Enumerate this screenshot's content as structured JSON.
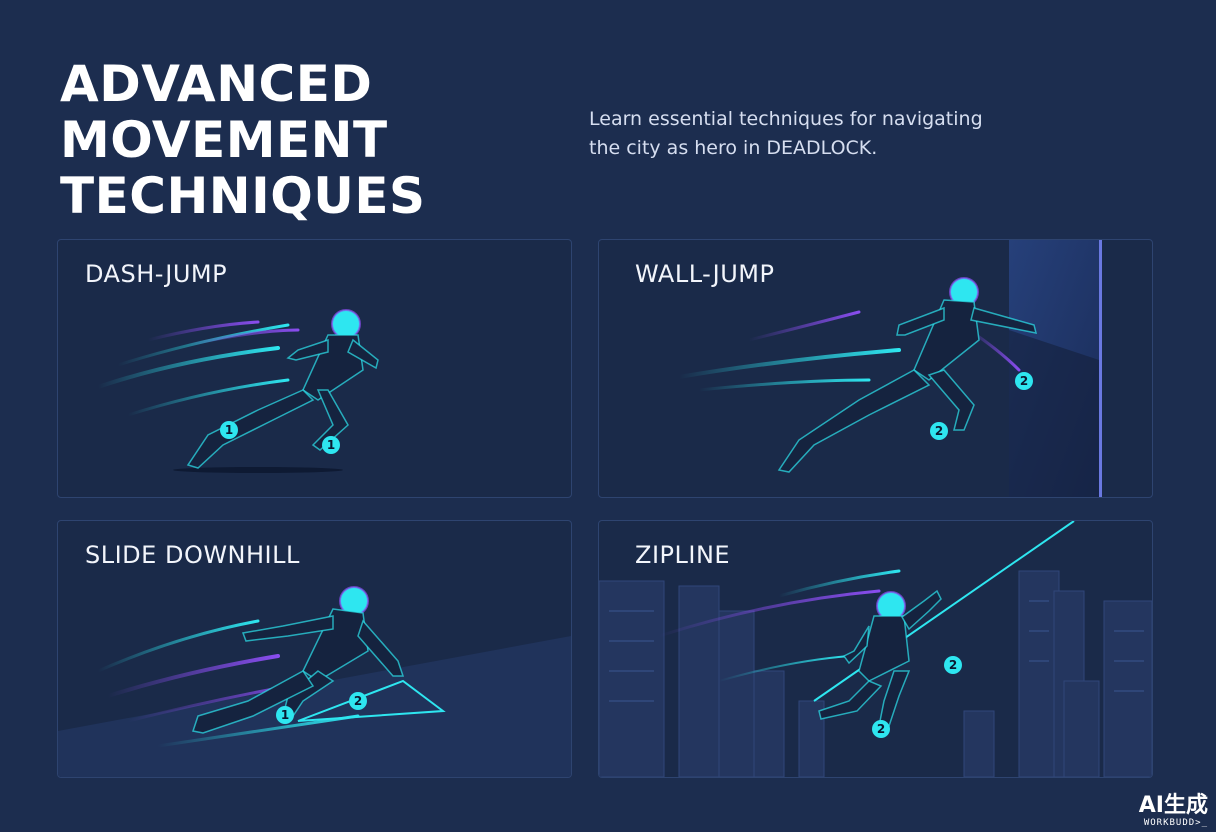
{
  "header": {
    "title_lines": [
      "ADVANCED",
      "MOVEMENT",
      "TECHNIQUES"
    ],
    "subtitle": "Learn essential techniques for navigating the city as hero in DEADLOCK."
  },
  "cards": [
    {
      "title": "DASH-JUMP",
      "markers": [
        "1",
        "1"
      ]
    },
    {
      "title": "WALL-JUMP",
      "markers": [
        "2",
        "2"
      ]
    },
    {
      "title": "SLIDE DOWNHILL",
      "markers": [
        "1",
        "2"
      ]
    },
    {
      "title": "ZIPLINE",
      "markers": [
        "2",
        "2"
      ]
    }
  ],
  "watermark": {
    "main": "AI生成",
    "sub": "WORKBUDD>_"
  },
  "colors": {
    "background": "#1c2d4f",
    "card": "#1a2a49",
    "accent_cyan": "#2ee6f0",
    "accent_purple": "#8a4df0",
    "figure": "#15233f"
  }
}
